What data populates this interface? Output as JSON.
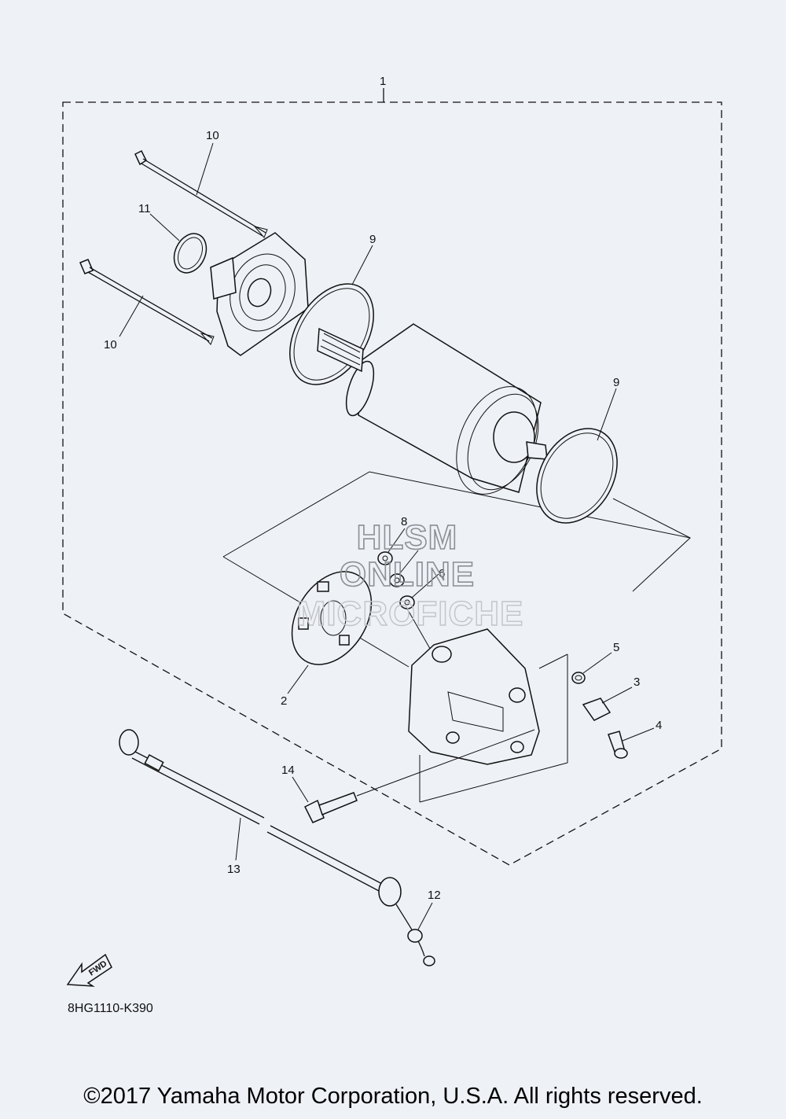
{
  "callouts": {
    "c1": "1",
    "c2": "2",
    "c3": "3",
    "c4": "4",
    "c5": "5",
    "c6": "6",
    "c8": "8",
    "c9a": "9",
    "c9b": "9",
    "c10a": "10",
    "c10b": "10",
    "c11": "11",
    "c12": "12",
    "c13": "13",
    "c14": "14"
  },
  "fwd_label": "FWD",
  "diagram_code": "8HG1110-K390",
  "watermark": {
    "line1": "HLSM",
    "line2": "ONLINE",
    "line3": "MICROFICHE"
  },
  "copyright": "©2017 Yamaha Motor Corporation, U.S.A. All rights reserved."
}
